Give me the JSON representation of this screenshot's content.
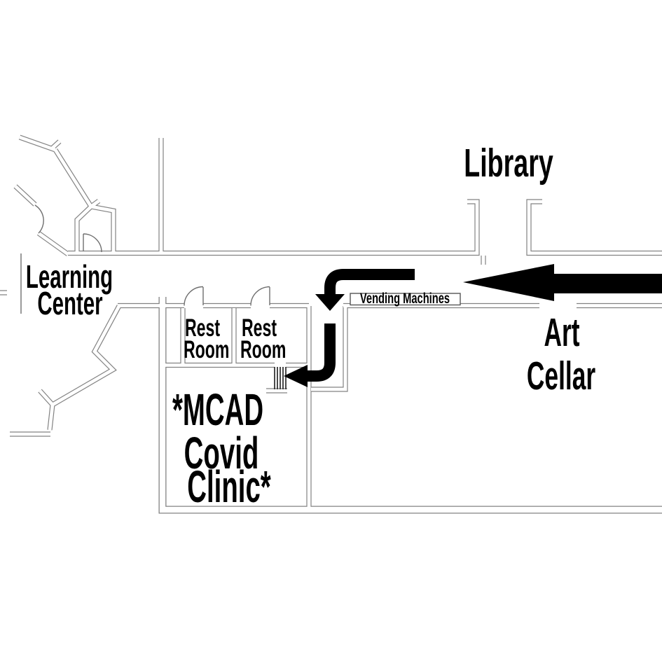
{
  "colors": {
    "background": "#ffffff",
    "walls": "#828282",
    "ink": "#000000"
  },
  "labels": {
    "library": "Library",
    "learning_center": {
      "line1": "Learning",
      "line2": "Center"
    },
    "restroom_left": {
      "line1": "Rest",
      "line2": "Room"
    },
    "restroom_right": {
      "line1": "Rest",
      "line2": "Room"
    },
    "vending_machines": "Vending Machines",
    "art_cellar": {
      "line1": "Art",
      "line2": "Cellar"
    },
    "covid_clinic": {
      "line1": "*MCAD",
      "line2": "Covid",
      "line3": "Clinic*"
    }
  }
}
